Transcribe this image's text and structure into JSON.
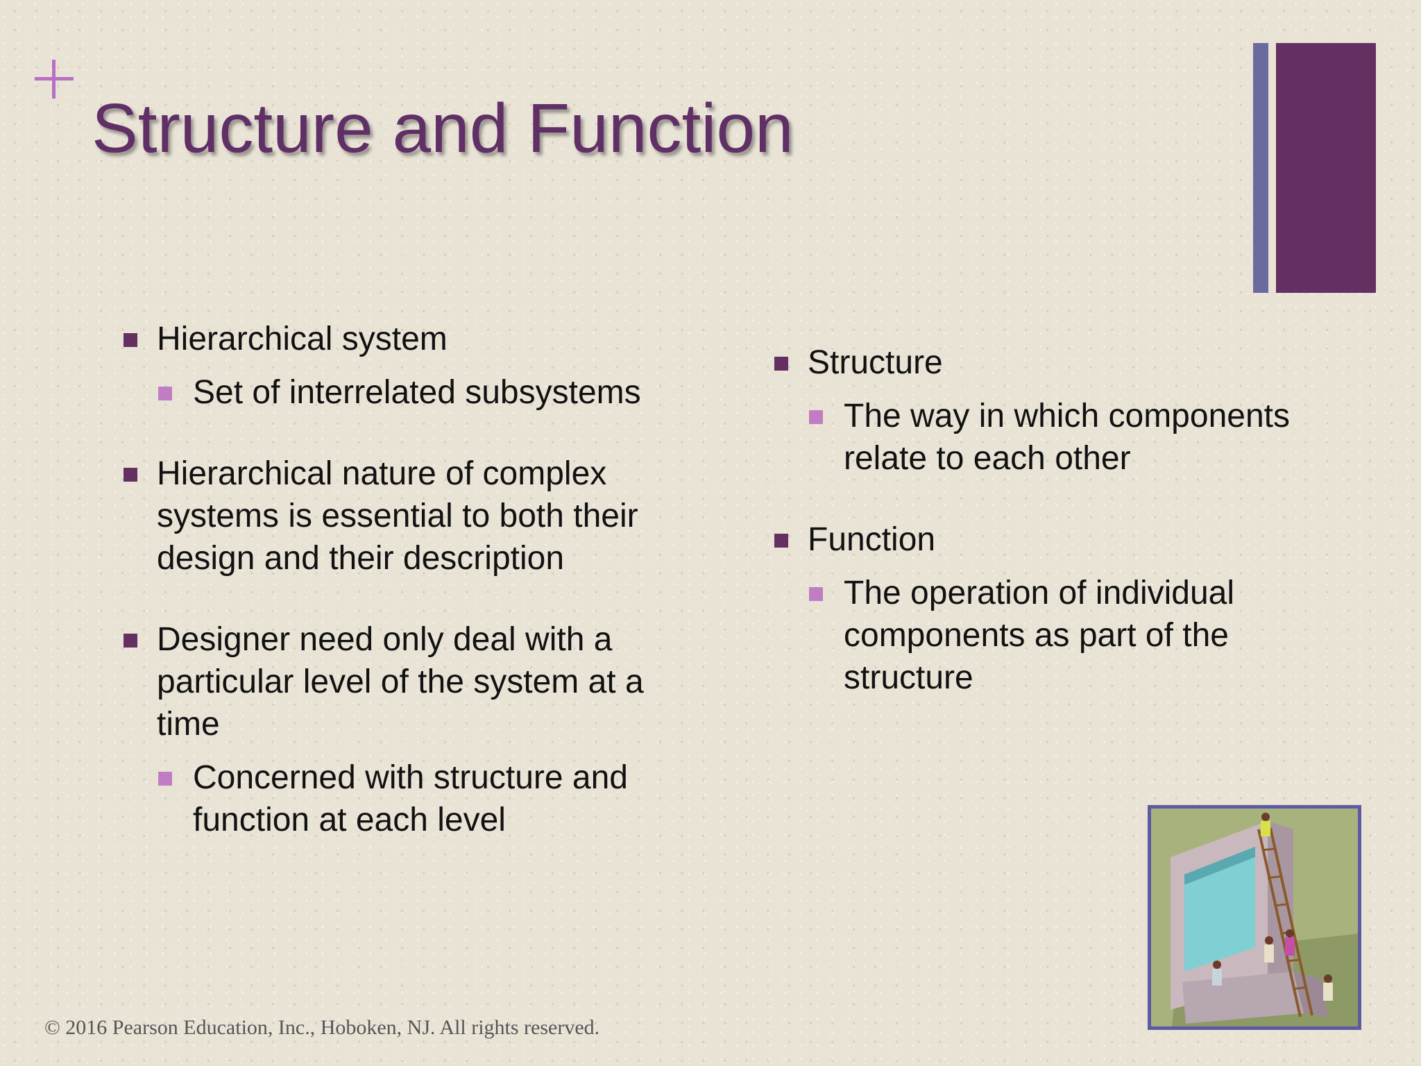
{
  "slide": {
    "title": "Structure and Function",
    "footer": "© 2016 Pearson Education, Inc., Hoboken, NJ. All rights reserved."
  },
  "left_column": {
    "items": [
      {
        "text": "Hierarchical system",
        "level": 1
      },
      {
        "text": "Set of interrelated subsystems",
        "level": 2
      },
      {
        "text": "Hierarchical nature of complex systems is essential to both their design and their description",
        "level": 1
      },
      {
        "text": "Designer need only deal with a particular level of the system at a time",
        "level": 1
      },
      {
        "text": "Concerned with structure and function at each level",
        "level": 2
      }
    ]
  },
  "right_column": {
    "items": [
      {
        "text": "Structure",
        "level": 1
      },
      {
        "text": "The way in which components relate to each other",
        "level": 2
      },
      {
        "text": "Function",
        "level": 1
      },
      {
        "text": "The operation of individual components as part of the structure",
        "level": 2
      }
    ]
  },
  "colors": {
    "title": "#5f2f66",
    "accent_dark": "#643061",
    "accent_light": "#c07dc4",
    "accent_bar": "#6b6a9e",
    "background": "#e9e3d6"
  },
  "icons": {
    "corner_mark": "plus-icon",
    "clipart": "people-climbing-computer-illustration"
  }
}
